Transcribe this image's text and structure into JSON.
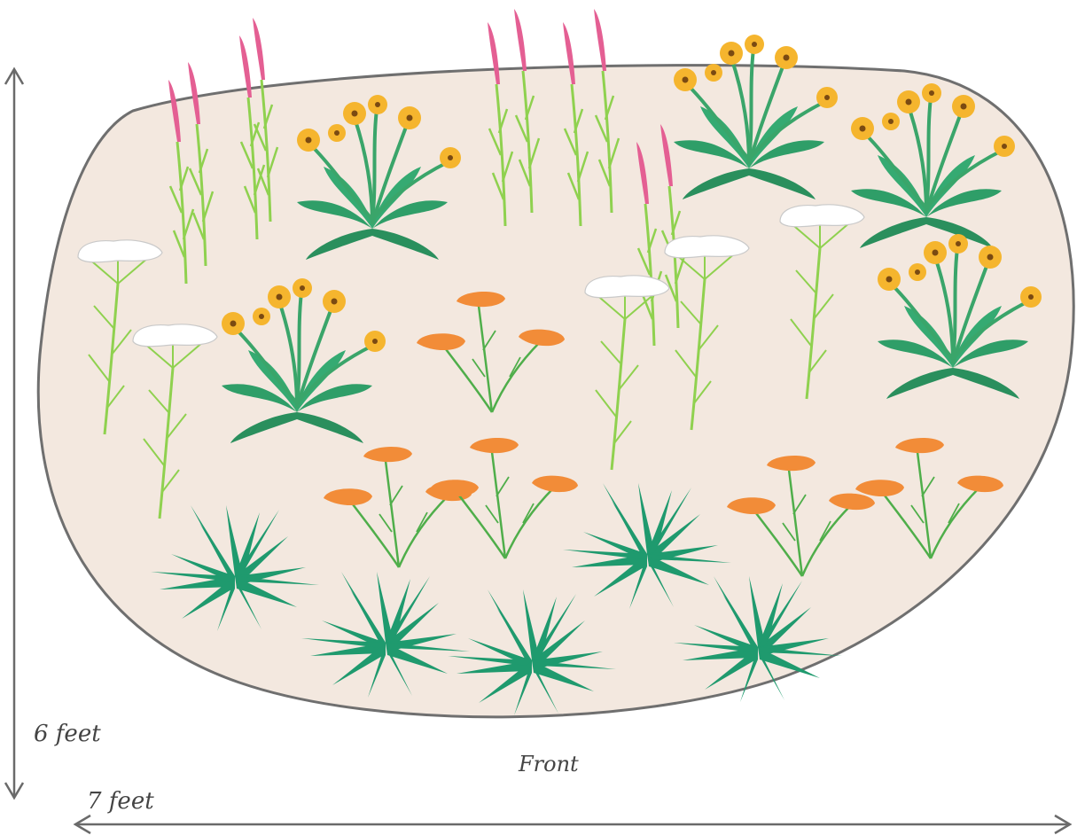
{
  "labels": {
    "height": "6 feet",
    "width": "7 feet",
    "front": "Front"
  },
  "colors": {
    "bed_fill": "#f3e8df",
    "bed_outline": "#6f6f6f",
    "dimension_lines": "#6a6a6a",
    "spike_pink": "#e45f93",
    "stem_light_green": "#8fd14f",
    "yellow_flower": "#f5b52e",
    "yellow_flower_center": "#7a4a12",
    "foliage_dark_green": "#2f9e68",
    "white_umbel": "#ffffff",
    "orange_poppy": "#f28c38",
    "agave_green": "#1f9a6e"
  },
  "icons": {
    "pink_spike": "pink-spike-flower-icon",
    "yellow_cluster": "yellow-daisy-cluster-icon",
    "white_umbel": "white-yarrow-umbel-icon",
    "orange_poppy": "orange-poppy-icon",
    "agave": "spiky-rosette-icon"
  }
}
